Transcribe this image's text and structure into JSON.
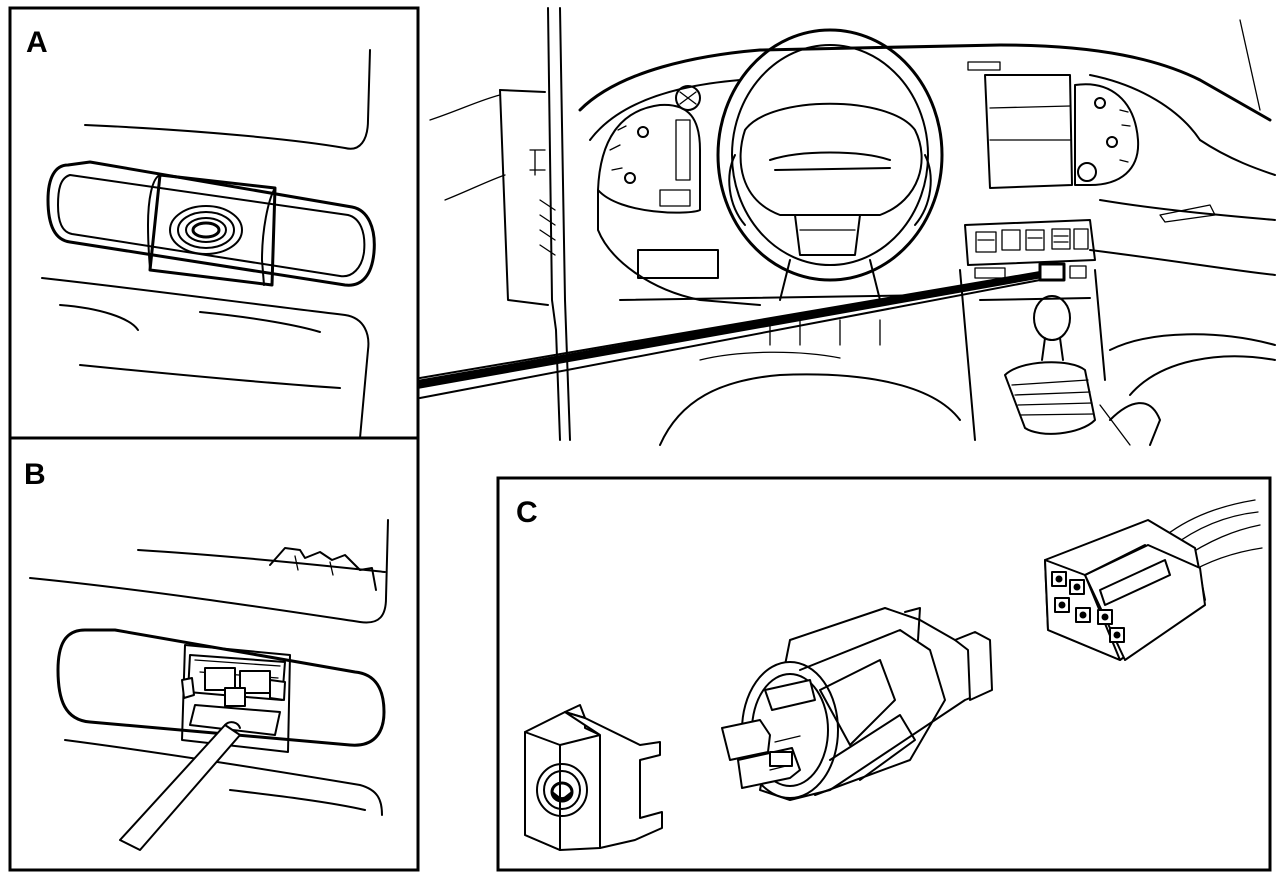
{
  "panels": {
    "a": {
      "label": "A"
    },
    "b": {
      "label": "B"
    },
    "c": {
      "label": "C"
    }
  }
}
